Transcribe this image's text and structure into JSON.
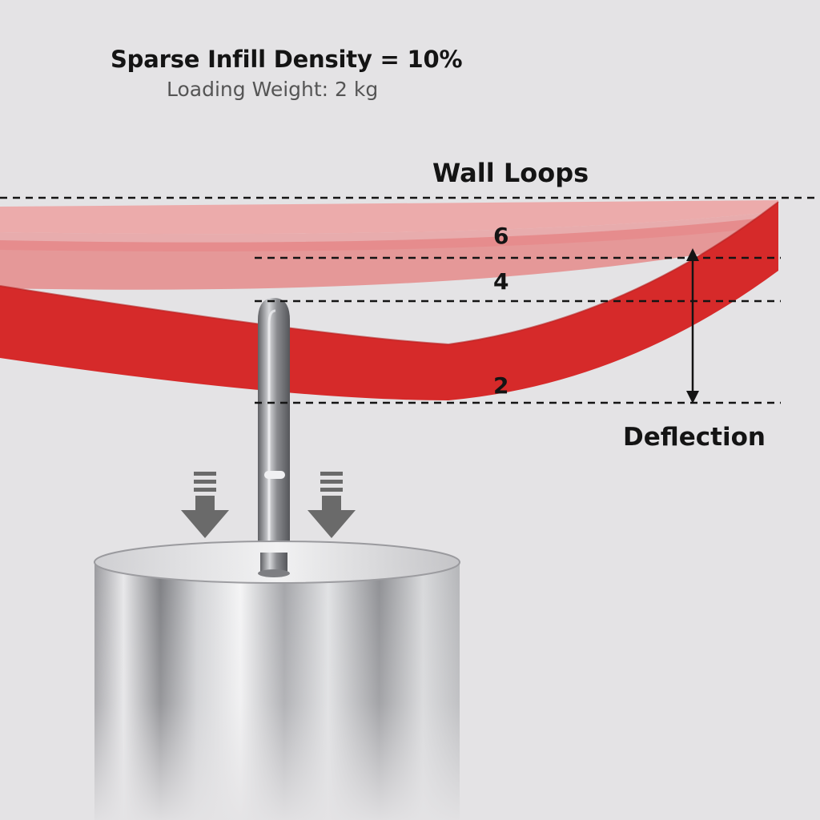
{
  "title": "Sparse Infill Density = 10%",
  "subtitle": "Loading Weight: 2 kg",
  "legend_label": "Wall Loops",
  "deflection_label": "Deflection",
  "loops": [
    {
      "label": "6"
    },
    {
      "label": "4"
    },
    {
      "label": "2"
    }
  ],
  "colors": {
    "background": "#e4e3e5",
    "beam": "#d62a2a",
    "beam_light": "#e58585",
    "beam_lighter": "#eda1a1",
    "arrow": "#6a6a6a",
    "lines": "#141414"
  }
}
